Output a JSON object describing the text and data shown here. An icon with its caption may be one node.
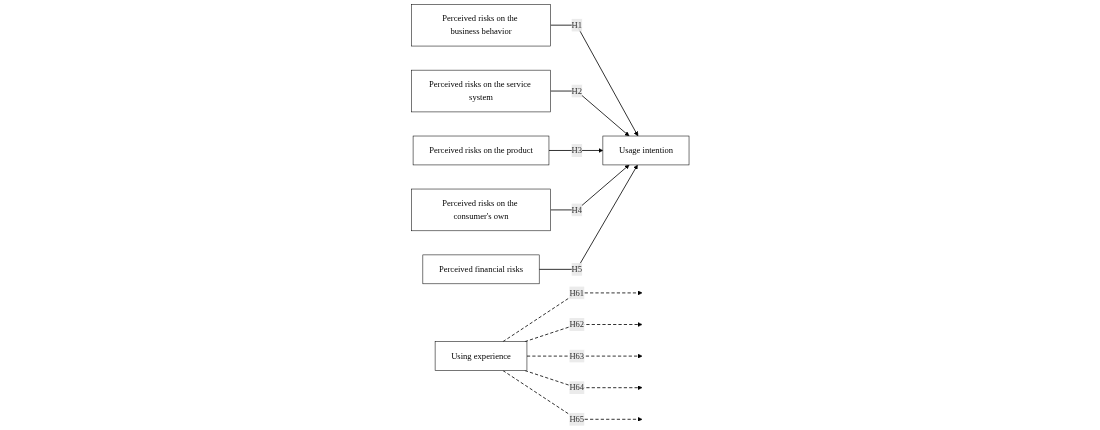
{
  "diagram": {
    "nodes": [
      {
        "text": [
          "Perceived risks on the business behavior"
        ]
      },
      {
        "text": [
          "Perceived risks on the service system"
        ]
      },
      {
        "text": [
          "Perceived risks on the product"
        ]
      },
      {
        "text": [
          "Perceived risks on the consumer's own"
        ]
      },
      {
        "text": [
          "Perceived financial risks"
        ]
      },
      {
        "text": [
          "Usage intention"
        ]
      },
      {
        "text": [
          "Using experience"
        ]
      }
    ],
    "edges": [
      {
        "from": 0,
        "to": 5,
        "arrow": "to",
        "label": "H1"
      },
      {
        "from": 1,
        "to": 5,
        "arrow": "to",
        "label": "H2"
      },
      {
        "from": 2,
        "to": 5,
        "arrow": "to",
        "label": "H3"
      },
      {
        "from": 3,
        "to": 5,
        "arrow": "to",
        "label": "H4"
      },
      {
        "from": 4,
        "to": 5,
        "arrow": "to",
        "label": "H5"
      },
      {
        "from": 6,
        "to": null,
        "arrow": "to",
        "label": "H61",
        "style": "dashed"
      },
      {
        "from": 6,
        "to": null,
        "arrow": "to",
        "label": "H62",
        "style": "dashed"
      },
      {
        "from": 6,
        "to": null,
        "arrow": "to",
        "label": "H63",
        "style": "dashed"
      },
      {
        "from": 6,
        "to": null,
        "arrow": "to",
        "label": "H64",
        "style": "dashed"
      },
      {
        "from": 6,
        "to": null,
        "arrow": "to",
        "label": "H65",
        "style": "dashed"
      }
    ]
  }
}
